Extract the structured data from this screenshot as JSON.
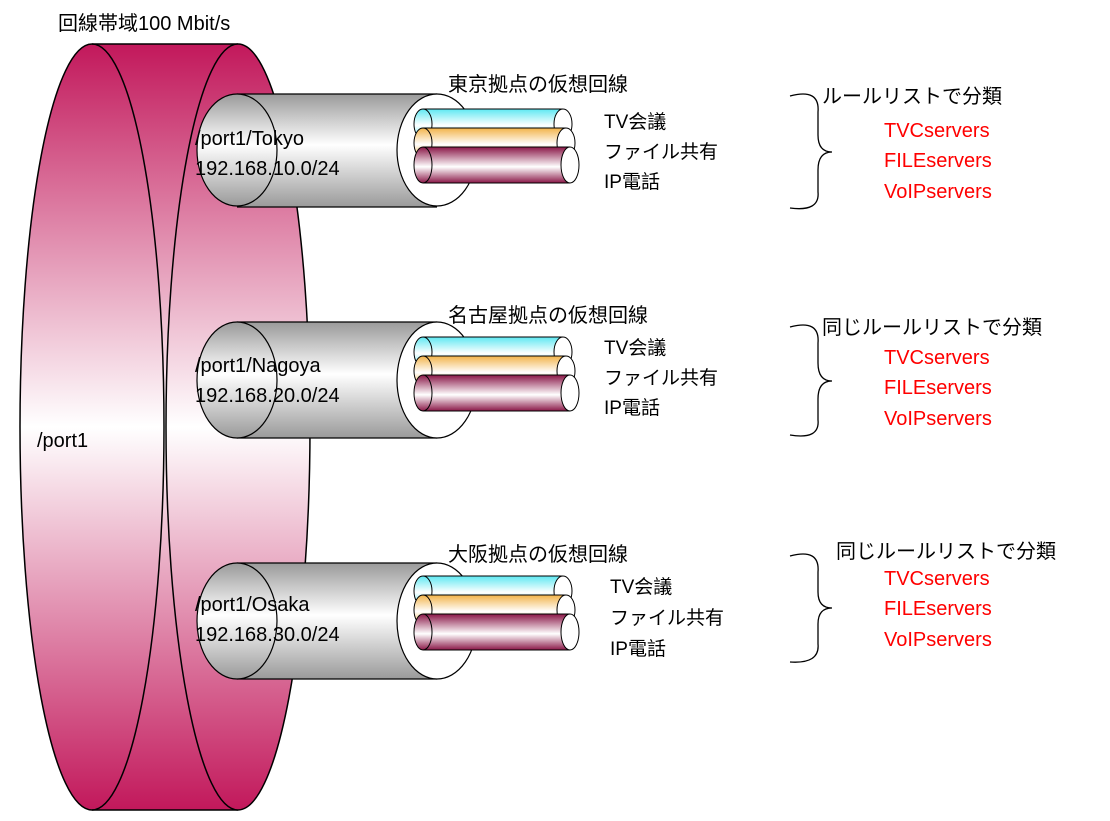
{
  "bandwidth_label": "回線帯域100 Mbit/s",
  "port_label": "/port1",
  "colors": {
    "ring_dark": "#c2185b",
    "ring_light": "#ffffff",
    "cable_gray": "#c8c8c8",
    "channel_cyan": "#5ee8f2",
    "channel_orange": "#f2b34a",
    "channel_maroon": "#8a1747",
    "server_text": "#ff0000"
  },
  "sites": [
    {
      "title": "東京拠点の仮想回線",
      "port": "/port1/Tokyo",
      "subnet": "192.168.10.0/24",
      "channels": [
        "TV会議",
        "ファイル共有",
        "IP電話"
      ],
      "rule_header": "ルールリストで分類",
      "servers": [
        "TVCservers",
        "FILEservers",
        "VoIPservers"
      ]
    },
    {
      "title": "名古屋拠点の仮想回線",
      "port": "/port1/Nagoya",
      "subnet": "192.168.20.0/24",
      "channels": [
        "TV会議",
        "ファイル共有",
        "IP電話"
      ],
      "rule_header": "同じルールリストで分類",
      "servers": [
        "TVCservers",
        "FILEservers",
        "VoIPservers"
      ]
    },
    {
      "title": "大阪拠点の仮想回線",
      "port": "/port1/Osaka",
      "subnet": "192.168.30.0/24",
      "channels": [
        "TV会議",
        "ファイル共有",
        "IP電話"
      ],
      "rule_header": "同じルールリストで分類",
      "servers": [
        "TVCservers",
        "FILEservers",
        "VoIPservers"
      ]
    }
  ]
}
